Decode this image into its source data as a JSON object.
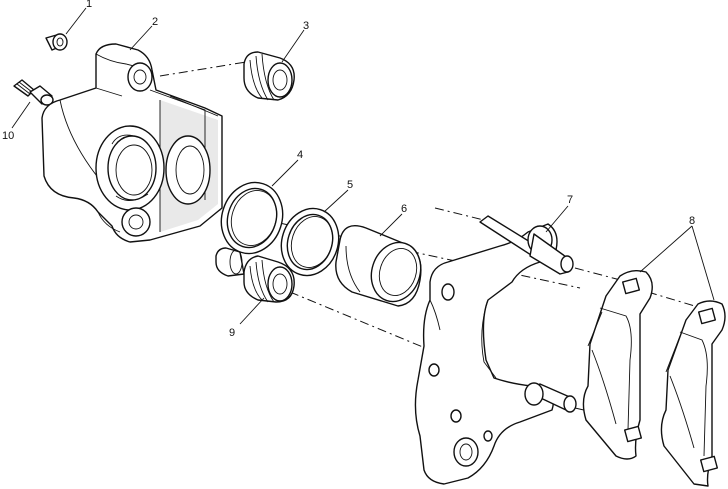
{
  "diagram": {
    "callouts": [
      {
        "number": "1"
      },
      {
        "number": "2"
      },
      {
        "number": "3"
      },
      {
        "number": "4"
      },
      {
        "number": "5"
      },
      {
        "number": "6"
      },
      {
        "number": "7"
      },
      {
        "number": "8"
      },
      {
        "number": "9"
      },
      {
        "number": "10"
      }
    ]
  }
}
